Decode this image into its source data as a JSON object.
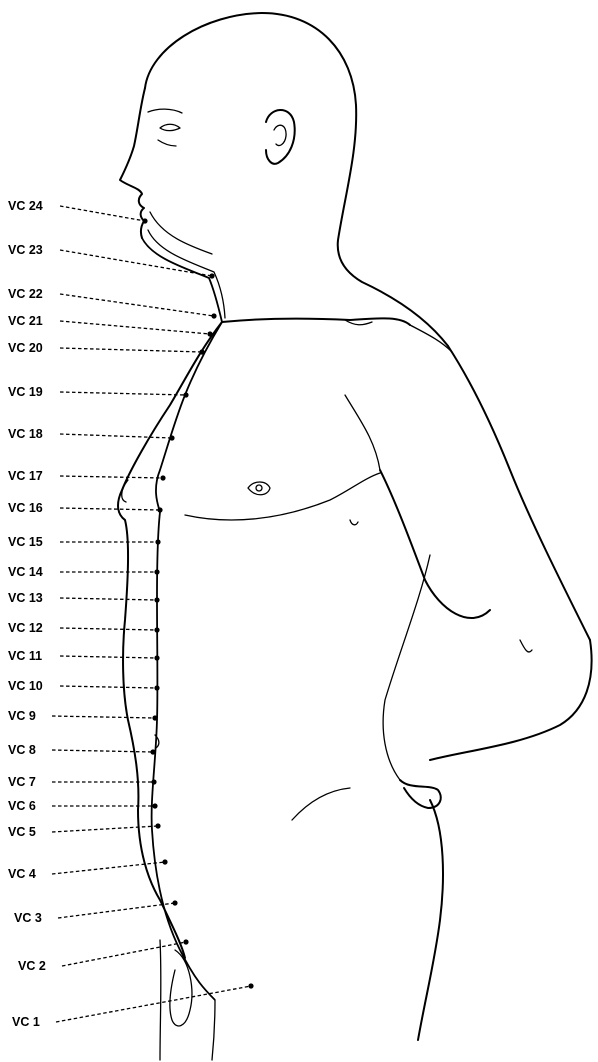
{
  "points": [
    {
      "id": "VC 24",
      "label": "VC 24"
    },
    {
      "id": "VC 23",
      "label": "VC 23"
    },
    {
      "id": "VC 22",
      "label": "VC 22"
    },
    {
      "id": "VC 21",
      "label": "VC 21"
    },
    {
      "id": "VC 20",
      "label": "VC 20"
    },
    {
      "id": "VC 19",
      "label": "VC 19"
    },
    {
      "id": "VC 18",
      "label": "VC 18"
    },
    {
      "id": "VC 17",
      "label": "VC 17"
    },
    {
      "id": "VC 16",
      "label": "VC 16"
    },
    {
      "id": "VC 15",
      "label": "VC 15"
    },
    {
      "id": "VC 14",
      "label": "VC 14"
    },
    {
      "id": "VC 13",
      "label": "VC 13"
    },
    {
      "id": "VC 12",
      "label": "VC 12"
    },
    {
      "id": "VC 11",
      "label": "VC 11"
    },
    {
      "id": "VC 10",
      "label": "VC 10"
    },
    {
      "id": "VC 9",
      "label": "VC 9"
    },
    {
      "id": "VC 8",
      "label": "VC 8"
    },
    {
      "id": "VC 7",
      "label": "VC 7"
    },
    {
      "id": "VC 6",
      "label": "VC 6"
    },
    {
      "id": "VC 5",
      "label": "VC 5"
    },
    {
      "id": "VC 4",
      "label": "VC 4"
    },
    {
      "id": "VC 3",
      "label": "VC 3"
    },
    {
      "id": "VC 2",
      "label": "VC 2"
    },
    {
      "id": "VC 1",
      "label": "VC 1"
    }
  ]
}
